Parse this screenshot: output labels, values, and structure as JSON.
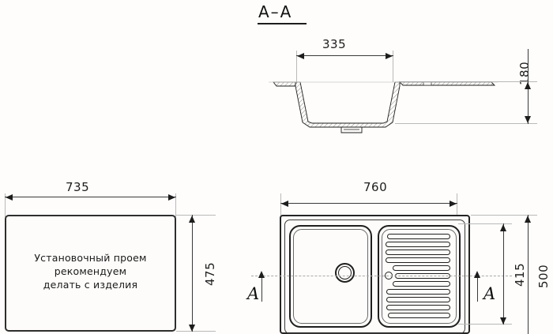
{
  "drawing": {
    "title": "Kitchen sink technical drawing",
    "background_color": "#fefdfb",
    "line_color": "#1d1d1d",
    "extension_line_color": "#b9b9b9"
  },
  "section_view": {
    "title": "A–A",
    "width_dimension": "335",
    "depth_dimension": "180",
    "unit": "mm"
  },
  "cutout_view": {
    "width_dimension": "735",
    "height_dimension": "475",
    "note_line_1": "Установочный проем",
    "note_line_2": "рекомендуем",
    "note_line_3": "делать с изделия"
  },
  "plan_view": {
    "width_dimension": "760",
    "inner_height_dimension": "415",
    "outer_height_dimension": "500",
    "section_marker_left": "A",
    "section_marker_right": "A",
    "groove_count": 11
  }
}
